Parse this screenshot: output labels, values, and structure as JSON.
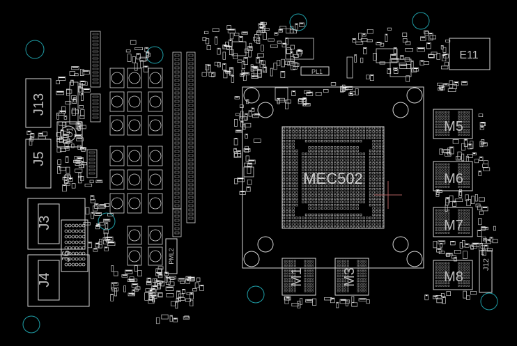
{
  "colors": {
    "background": "#000000",
    "outline": "#d8d8d8",
    "silk": "#e6e6e6",
    "label": "#bdbdbd",
    "mounting_hole": "#1f9fa8",
    "cursor": "#b06060"
  },
  "labels": {
    "main_ic": "MEC502",
    "connectors": {
      "j13": "J13",
      "j5": "J5",
      "j3": "J3",
      "j4": "J4",
      "j6": "J6",
      "j12": "J12"
    },
    "memory": {
      "m1": "M1",
      "m3": "M3",
      "m5": "M5",
      "m6": "M6",
      "m7": "M7",
      "m8": "M8"
    },
    "parts": {
      "pu1": "PU1",
      "e11": "E11",
      "pl1": "PL1",
      "pml2": "PML2"
    }
  }
}
